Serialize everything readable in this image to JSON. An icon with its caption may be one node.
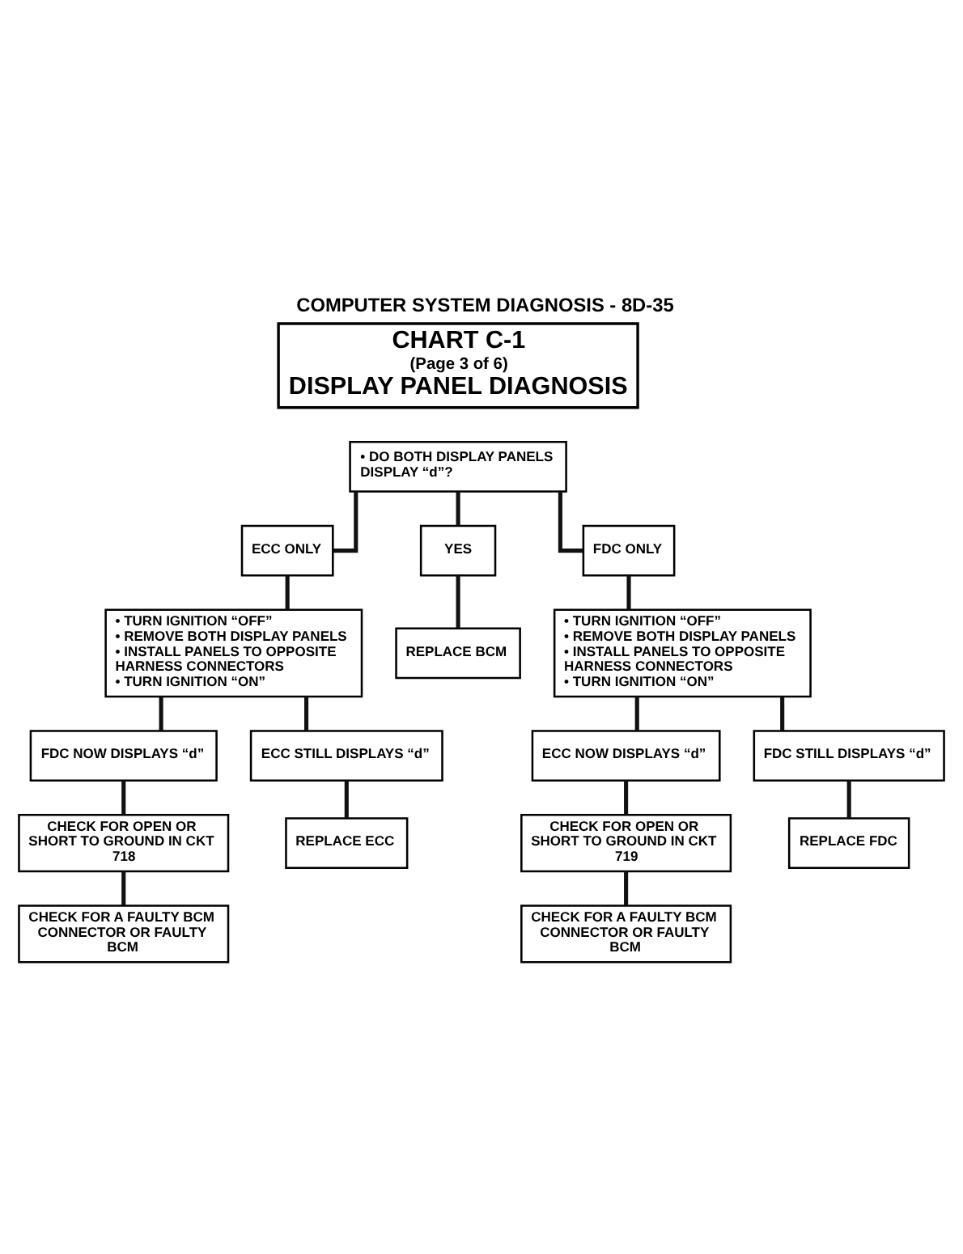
{
  "diagram": {
    "title": "COMPUTER SYSTEM DIAGNOSIS - 8D-35",
    "nodes": [
      {
        "text": [
          "CHART C-1",
          "(Page 3 of 6)",
          "DISPLAY PANEL DIAGNOSIS"
        ]
      },
      {
        "text": [
          "• DO BOTH DISPLAY PANELS DISPLAY “d”?"
        ]
      },
      {
        "text": [
          "ECC ONLY"
        ]
      },
      {
        "text": [
          "YES"
        ]
      },
      {
        "text": [
          "FDC ONLY"
        ]
      },
      {
        "text": [
          "• TURN IGNITION “OFF”",
          "• REMOVE BOTH DISPLAY PANELS",
          "• INSTALL PANELS TO OPPOSITE HARNESS CONNECTORS",
          "• TURN IGNITION “ON”"
        ]
      },
      {
        "text": [
          "REPLACE BCM"
        ]
      },
      {
        "text": [
          "• TURN IGNITION “OFF”",
          "• REMOVE BOTH DISPLAY PANELS",
          "• INSTALL PANELS TO OPPOSITE HARNESS CONNECTORS",
          "• TURN IGNITION “ON”"
        ]
      },
      {
        "text": [
          "FDC NOW DISPLAYS “d”"
        ]
      },
      {
        "text": [
          "ECC STILL DISPLAYS “d”"
        ]
      },
      {
        "text": [
          "ECC NOW DISPLAYS “d”"
        ]
      },
      {
        "text": [
          "FDC STILL DISPLAYS “d”"
        ]
      },
      {
        "text": [
          "CHECK FOR OPEN OR SHORT TO GROUND IN CKT 718"
        ]
      },
      {
        "text": [
          "REPLACE ECC"
        ]
      },
      {
        "text": [
          "CHECK FOR OPEN OR SHORT TO GROUND IN CKT 719"
        ]
      },
      {
        "text": [
          "REPLACE FDC"
        ]
      },
      {
        "text": [
          "CHECK FOR A FAULTY BCM CONNECTOR OR FAULTY BCM"
        ]
      },
      {
        "text": [
          "CHECK FOR A FAULTY BCM CONNECTOR OR FAULTY BCM"
        ]
      }
    ],
    "edges": [
      {
        "from": 1,
        "to": 2,
        "arrow": "none"
      },
      {
        "from": 1,
        "to": 3,
        "arrow": "none"
      },
      {
        "from": 1,
        "to": 4,
        "arrow": "none"
      },
      {
        "from": 2,
        "to": 5,
        "arrow": "none"
      },
      {
        "from": 3,
        "to": 6,
        "arrow": "none"
      },
      {
        "from": 4,
        "to": 7,
        "arrow": "none"
      },
      {
        "from": 5,
        "to": 8,
        "arrow": "none"
      },
      {
        "from": 5,
        "to": 9,
        "arrow": "none"
      },
      {
        "from": 7,
        "to": 10,
        "arrow": "none"
      },
      {
        "from": 7,
        "to": 11,
        "arrow": "none"
      },
      {
        "from": 8,
        "to": 12,
        "arrow": "none"
      },
      {
        "from": 9,
        "to": 13,
        "arrow": "none"
      },
      {
        "from": 10,
        "to": 14,
        "arrow": "none"
      },
      {
        "from": 11,
        "to": 15,
        "arrow": "none"
      },
      {
        "from": 12,
        "to": 16,
        "arrow": "none"
      },
      {
        "from": 14,
        "to": 17,
        "arrow": "none"
      }
    ]
  }
}
